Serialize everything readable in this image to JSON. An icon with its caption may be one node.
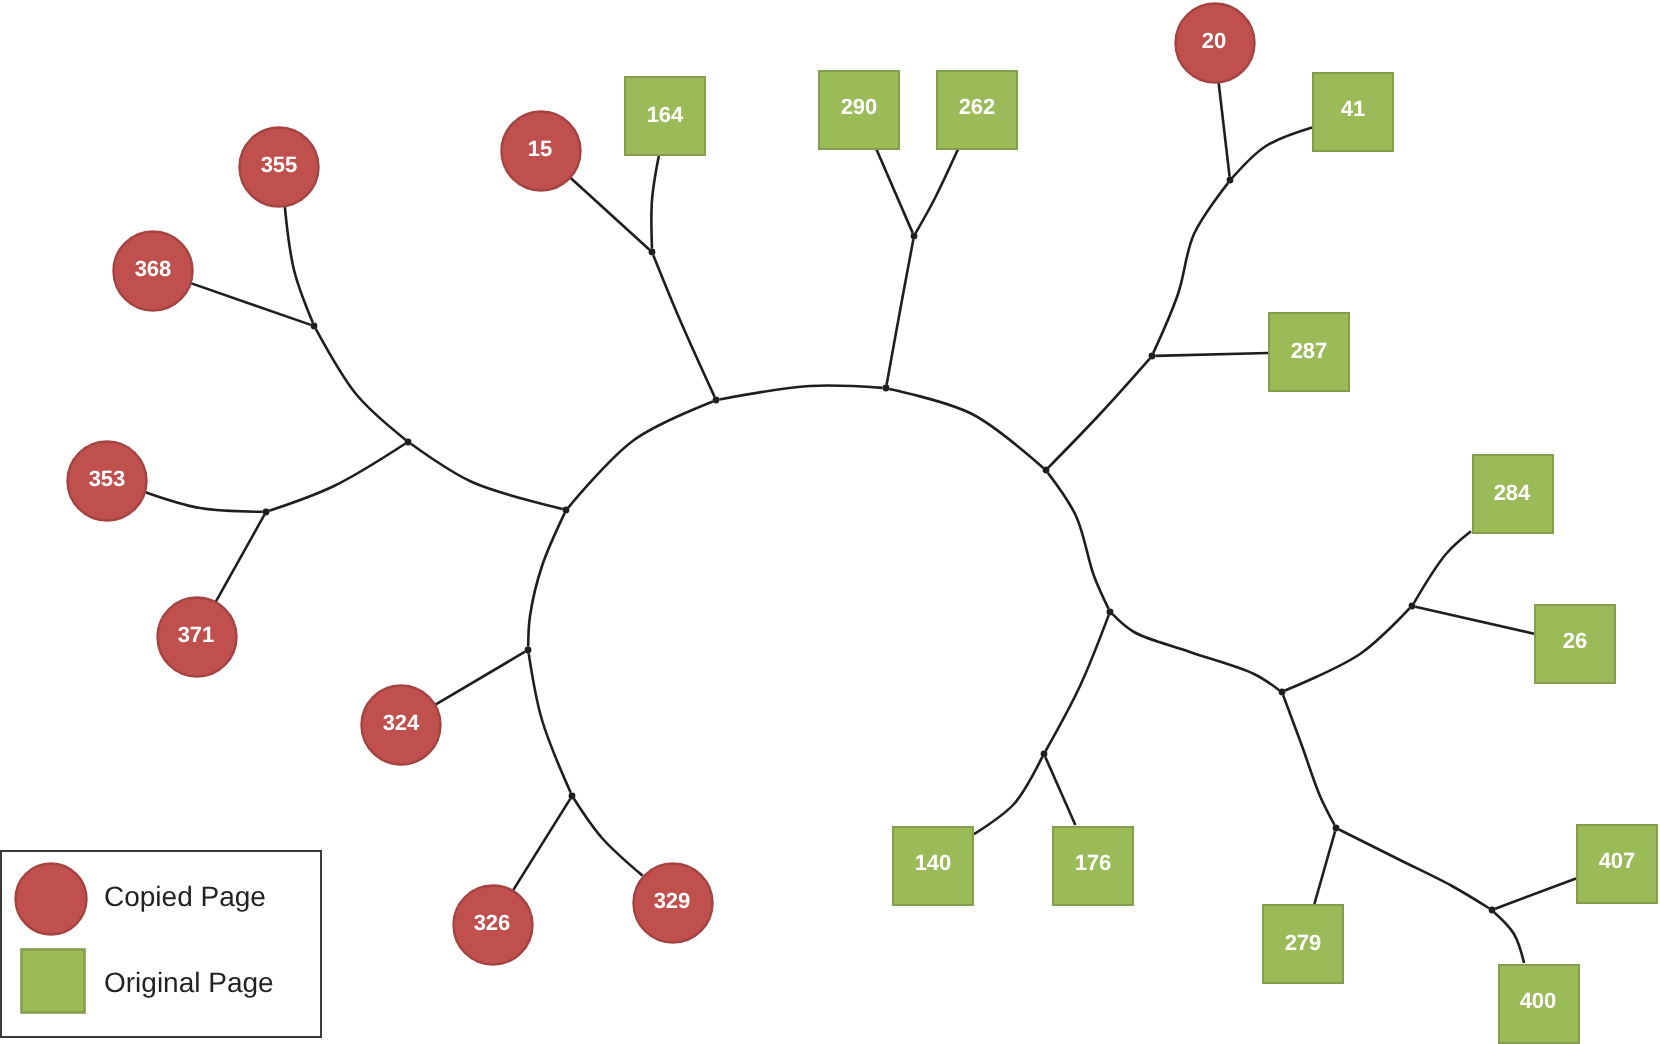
{
  "diagram": {
    "nodes": [
      {
        "text": [
          "355"
        ]
      },
      {
        "text": [
          "15"
        ]
      },
      {
        "text": [
          "164"
        ]
      },
      {
        "text": [
          "290"
        ]
      },
      {
        "text": [
          "262"
        ]
      },
      {
        "text": [
          "20"
        ]
      },
      {
        "text": [
          "41"
        ]
      },
      {
        "text": [
          "368"
        ]
      },
      {
        "text": [
          "287"
        ]
      },
      {
        "text": [
          "353"
        ]
      },
      {
        "text": [
          "284"
        ]
      },
      {
        "text": [
          "371"
        ]
      },
      {
        "text": [
          "26"
        ]
      },
      {
        "text": [
          "324"
        ]
      },
      {
        "text": [
          "140"
        ]
      },
      {
        "text": [
          "176"
        ]
      },
      {
        "text": [
          "407"
        ]
      },
      {
        "text": [
          "326"
        ]
      },
      {
        "text": [
          "329"
        ]
      },
      {
        "text": [
          "279"
        ]
      },
      {
        "text": [
          "400"
        ]
      },
      {
        "text": [],
        "shape": "point"
      },
      {
        "text": [],
        "shape": "point"
      },
      {
        "text": [],
        "shape": "point"
      },
      {
        "text": [],
        "shape": "point"
      },
      {
        "text": [],
        "shape": "point"
      },
      {
        "text": [],
        "shape": "point"
      },
      {
        "text": [],
        "shape": "point"
      },
      {
        "text": [],
        "shape": "point"
      },
      {
        "text": [],
        "shape": "point"
      },
      {
        "text": [],
        "shape": "point"
      },
      {
        "text": [],
        "shape": "point"
      },
      {
        "text": [],
        "shape": "point"
      },
      {
        "text": [],
        "shape": "point"
      },
      {
        "text": [],
        "shape": "point"
      },
      {
        "text": [],
        "shape": "point"
      },
      {
        "text": [],
        "shape": "point"
      },
      {
        "text": [],
        "shape": "point"
      },
      {
        "text": [],
        "shape": "point"
      },
      {
        "text": [],
        "shape": "point"
      }
    ],
    "edges": [
      {
        "from": 0,
        "to": 22,
        "arrow": "none"
      },
      {
        "from": 7,
        "to": 22,
        "arrow": "none"
      },
      {
        "from": 22,
        "to": 23,
        "arrow": "none"
      },
      {
        "from": 9,
        "to": 21,
        "arrow": "none"
      },
      {
        "from": 11,
        "to": 21,
        "arrow": "none"
      },
      {
        "from": 21,
        "to": 23,
        "arrow": "none"
      },
      {
        "from": 23,
        "to": 25,
        "arrow": "none"
      },
      {
        "from": 25,
        "to": 28,
        "arrow": "none"
      },
      {
        "from": 28,
        "to": 27,
        "arrow": "none"
      },
      {
        "from": 1,
        "to": 27,
        "arrow": "none"
      },
      {
        "from": 2,
        "to": 27,
        "arrow": "none"
      },
      {
        "from": 28,
        "to": 29,
        "arrow": "none"
      },
      {
        "from": 29,
        "to": 30,
        "arrow": "none"
      },
      {
        "from": 3,
        "to": 30,
        "arrow": "none"
      },
      {
        "from": 4,
        "to": 30,
        "arrow": "none"
      },
      {
        "from": 29,
        "to": 32,
        "arrow": "none"
      },
      {
        "from": 32,
        "to": 34,
        "arrow": "none"
      },
      {
        "from": 8,
        "to": 34,
        "arrow": "none"
      },
      {
        "from": 34,
        "to": 35,
        "arrow": "none"
      },
      {
        "from": 5,
        "to": 35,
        "arrow": "none"
      },
      {
        "from": 6,
        "to": 35,
        "arrow": "none"
      },
      {
        "from": 32,
        "to": 33,
        "arrow": "none"
      },
      {
        "from": 33,
        "to": 31,
        "arrow": "none"
      },
      {
        "from": 14,
        "to": 31,
        "arrow": "none"
      },
      {
        "from": 15,
        "to": 31,
        "arrow": "none"
      },
      {
        "from": 33,
        "to": 36,
        "arrow": "none"
      },
      {
        "from": 36,
        "to": 38,
        "arrow": "none"
      },
      {
        "from": 38,
        "to": 10,
        "arrow": "none"
      },
      {
        "from": 12,
        "to": 38,
        "arrow": "none"
      },
      {
        "from": 36,
        "to": 37,
        "arrow": "none"
      },
      {
        "from": 19,
        "to": 37,
        "arrow": "none"
      },
      {
        "from": 37,
        "to": 39,
        "arrow": "none"
      },
      {
        "from": 16,
        "to": 39,
        "arrow": "none"
      },
      {
        "from": 20,
        "to": 39,
        "arrow": "none"
      },
      {
        "from": 25,
        "to": 24,
        "arrow": "none"
      },
      {
        "from": 13,
        "to": 24,
        "arrow": "none"
      },
      {
        "from": 24,
        "to": 26,
        "arrow": "none"
      },
      {
        "from": 17,
        "to": 26,
        "arrow": "none"
      },
      {
        "from": 26,
        "to": 18,
        "arrow": "none"
      }
    ],
    "legend": [
      {
        "text": "Copied Page",
        "color": "#c0504d"
      },
      {
        "text": "Original Page",
        "color": "#9bbb59"
      }
    ]
  }
}
